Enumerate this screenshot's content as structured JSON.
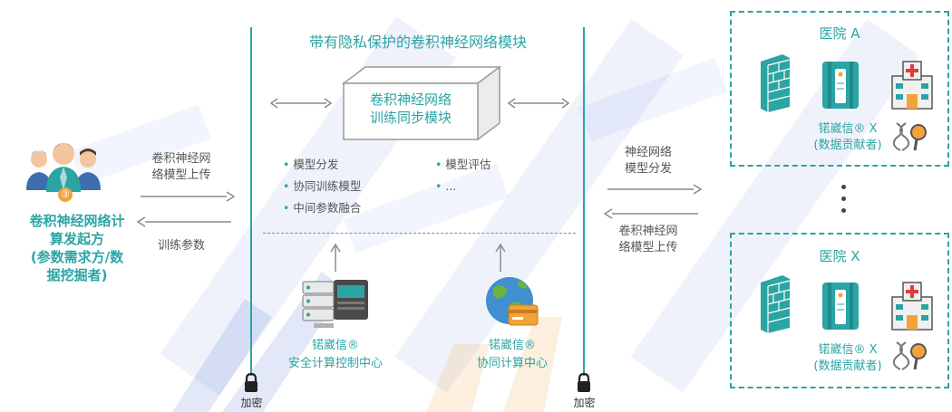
{
  "module_title": "带有隐私保护的卷积神经网络模块",
  "center_box": {
    "line1": "卷积神经网络",
    "line2": "训练同步模块"
  },
  "bullets_left": [
    "模型分发",
    "协同训练模型",
    "中间参数融合"
  ],
  "bullets_right": [
    "模型评估",
    "..."
  ],
  "initiator": {
    "badge": "③",
    "lines": [
      "卷积神经网络计",
      "算发起方",
      "(参数需求方/数",
      "据挖掘者)"
    ]
  },
  "left_arrows": {
    "upload": [
      "卷积神经网",
      "络模型上传"
    ],
    "params": "训练参数"
  },
  "right_arrows": {
    "distribute": [
      "神经网络",
      "模型分发"
    ],
    "upload": [
      "卷积神经网",
      "络模型上传"
    ]
  },
  "security_center": {
    "line1": "锘崴信®",
    "line2": "安全计算控制中心"
  },
  "compute_center": {
    "line1": "锘崴信®",
    "line2": "协同计算中心"
  },
  "lock_label": "加密",
  "hospital_a": {
    "title": "医院 A",
    "brand": "锘崴信® X",
    "role": "(数据贡献者)"
  },
  "hospital_x": {
    "title": "医院 X",
    "brand": "锘崴信® X",
    "role": "(数据贡献者)"
  },
  "colors": {
    "accent": "#2ba4a4",
    "arrow": "#8a8a8a",
    "watermark_blue": "#2f55d4",
    "watermark_orange": "#f2a33a"
  }
}
